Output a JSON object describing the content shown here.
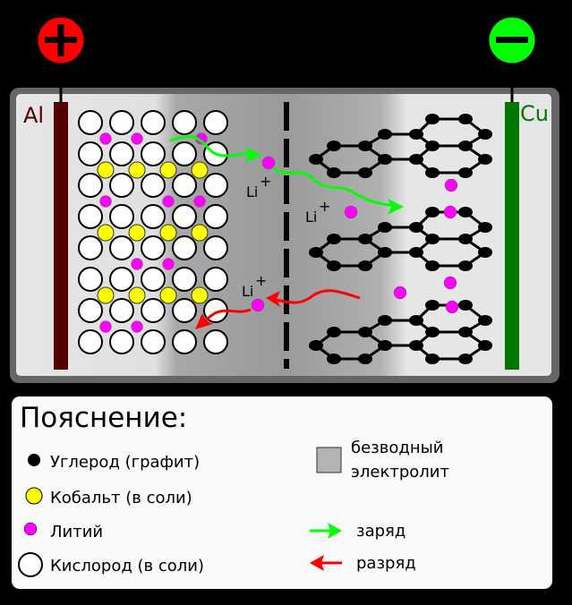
{
  "terminals": {
    "positive_color": "#ff0000",
    "negative_color": "#00ff00"
  },
  "electrodes": {
    "cathode_label": "Al",
    "cathode_color": "#550000",
    "anode_label": "Cu",
    "anode_color": "#007700"
  },
  "ion_labels": [
    "Li",
    "Li",
    "Li"
  ],
  "ion_charge": "+",
  "colors": {
    "lithium": "#ff00ff",
    "cobalt": "#ffff00",
    "oxygen": "#ffffff",
    "carbon": "#000000",
    "electrolyte": "#b3b3b3",
    "charge": "#00ff00",
    "discharge": "#ff0000"
  },
  "legend": {
    "title": "Пояснение:",
    "items": [
      {
        "label": "Углерод (графит)"
      },
      {
        "label": "Кобальт (в соли)"
      },
      {
        "label": "Литий"
      },
      {
        "label": "Кислород (в соли)"
      }
    ],
    "electrolyte_line1": "безводный",
    "electrolyte_line2": "электролит",
    "charge": "заряд",
    "discharge": "разряд"
  }
}
